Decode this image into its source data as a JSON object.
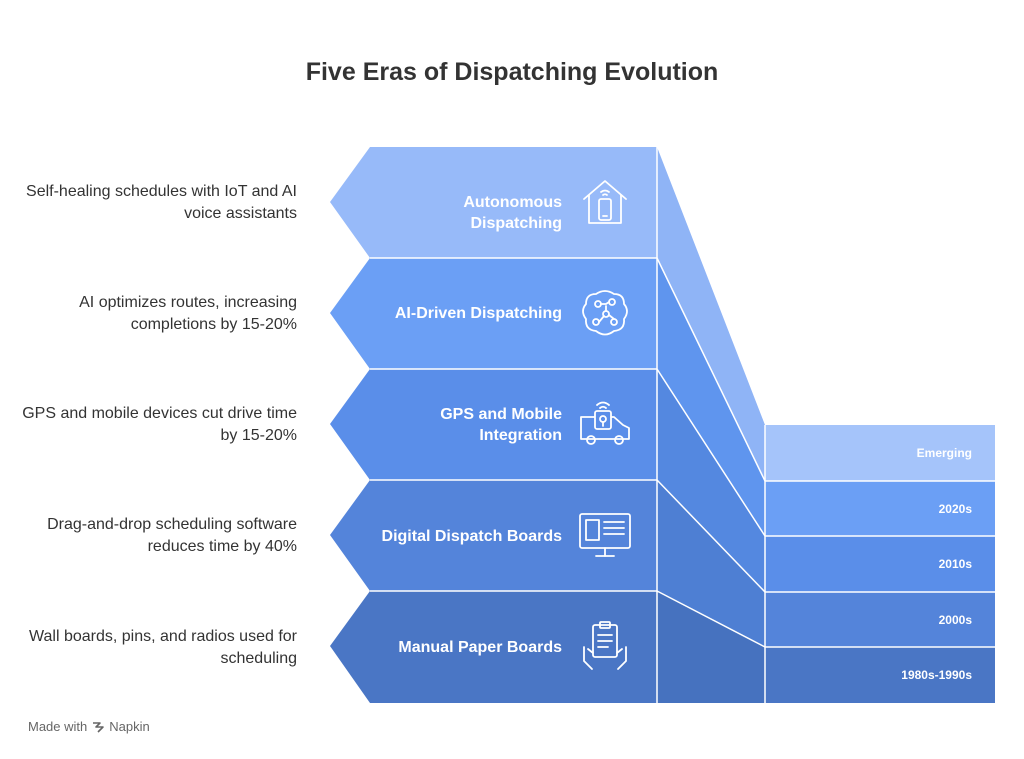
{
  "title": "Five Eras of Dispatching Evolution",
  "colors": {
    "autonomous": "#97baf9",
    "ai": "#6b9ff5",
    "gps": "#5a8ee9",
    "digital": "#5484da",
    "manual": "#4a76c5"
  },
  "eras": [
    {
      "label": "Autonomous Dispatching",
      "description": "Self-healing schedules with IoT and AI voice assistants",
      "decade": "Emerging",
      "icon": "smart-home-phone-icon"
    },
    {
      "label": "AI-Driven Dispatching",
      "description": "AI optimizes routes, increasing completions by 15-20%",
      "decade": "2020s",
      "icon": "ai-brain-circuit-icon"
    },
    {
      "label": "GPS and Mobile Integration",
      "description": "GPS and mobile devices cut drive time by 15-20%",
      "decade": "2010s",
      "icon": "gps-van-icon"
    },
    {
      "label": "Digital Dispatch Boards",
      "description": "Drag-and-drop scheduling software reduces time by 40%",
      "decade": "2000s",
      "icon": "monitor-board-icon"
    },
    {
      "label": "Manual Paper Boards",
      "description": "Wall boards, pins, and radios used for scheduling",
      "decade": "1980s-1990s",
      "icon": "hands-clipboard-icon"
    }
  ],
  "footer": {
    "made_with": "Made with",
    "brand": "Napkin"
  }
}
